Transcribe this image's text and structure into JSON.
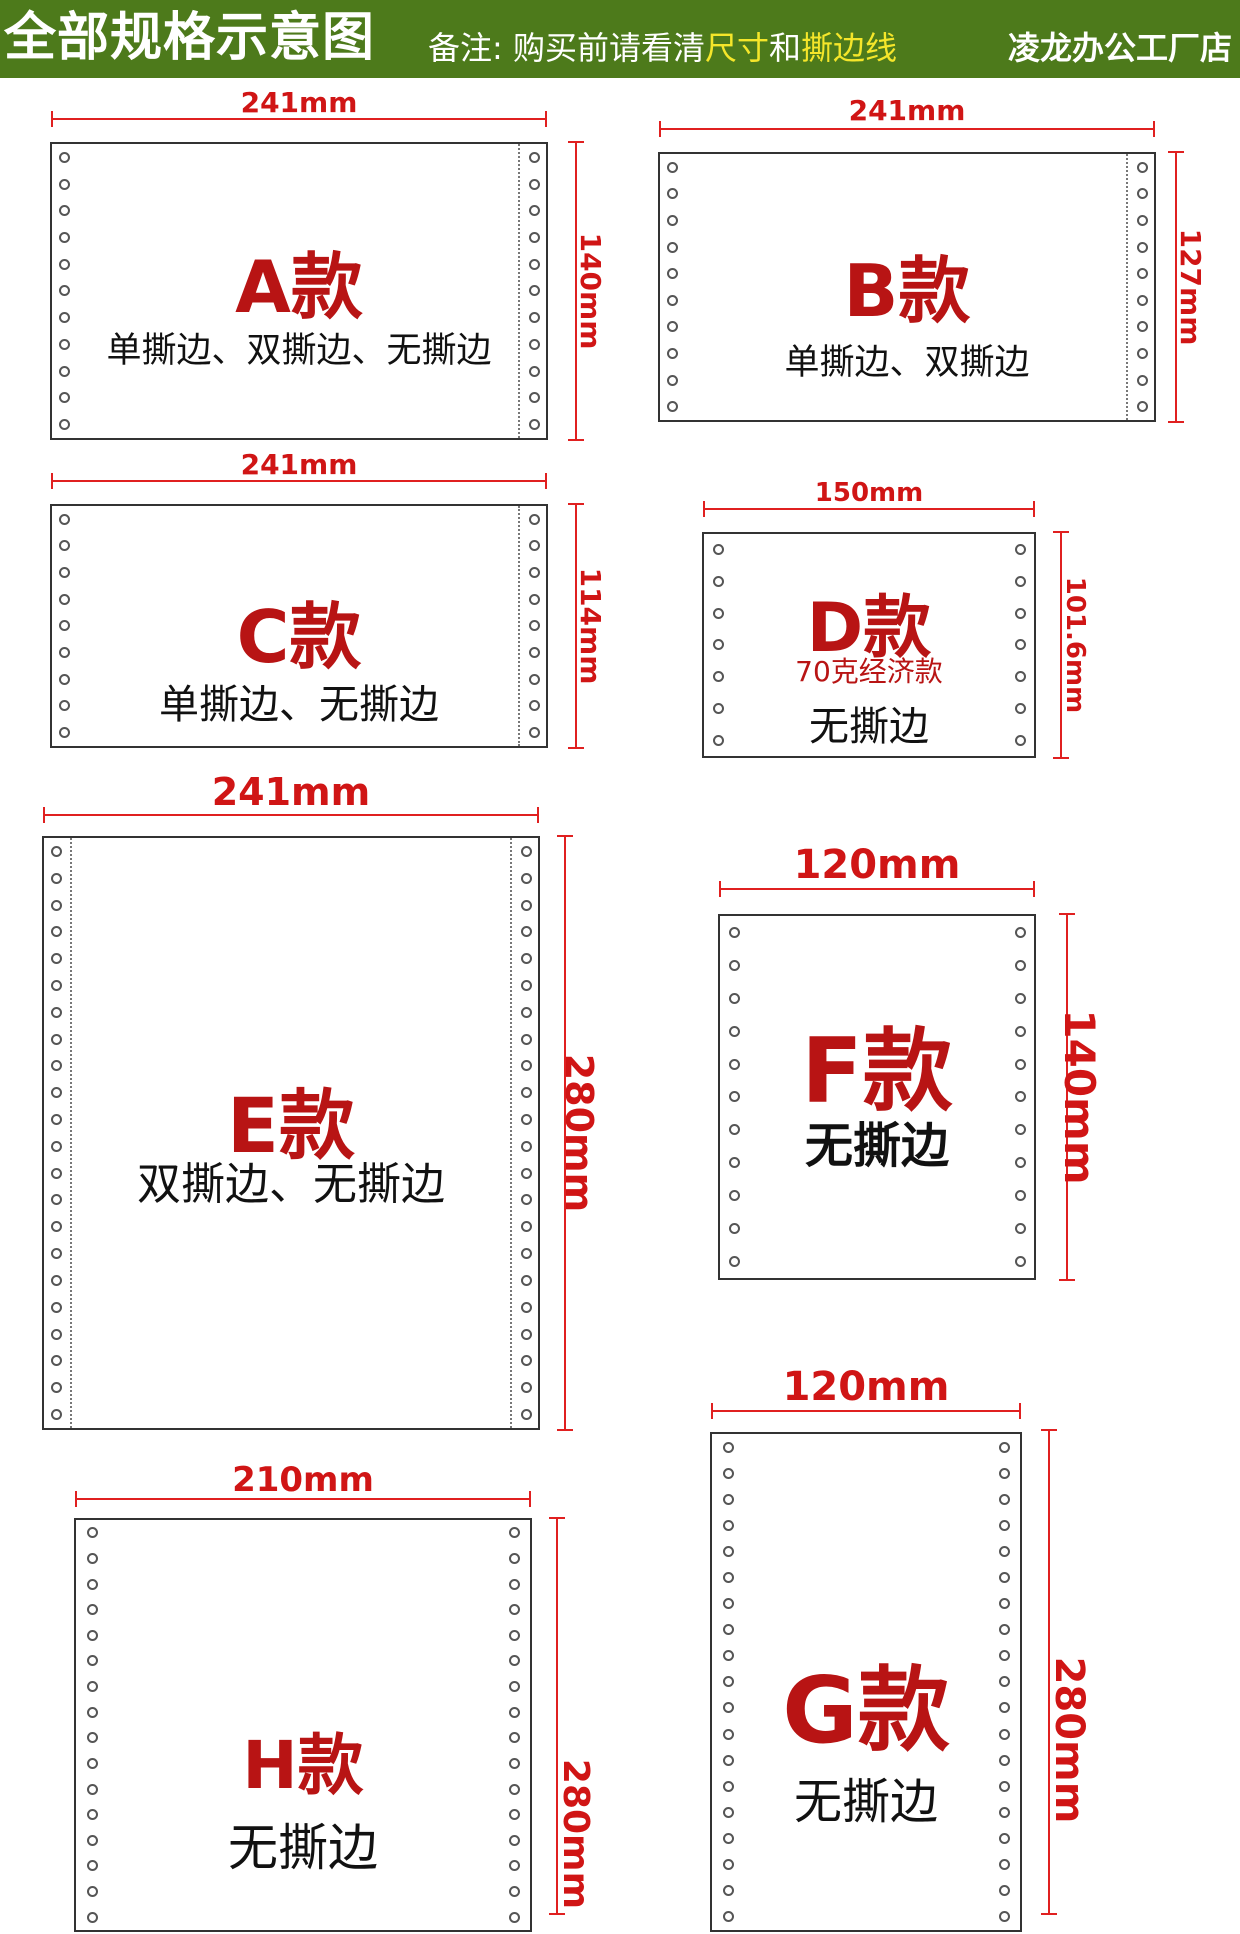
{
  "header": {
    "title": "全部规格示意图",
    "note_prefix": "备注: 购买前请看清",
    "note_size": "尺寸",
    "note_and": "和",
    "note_tear": "撕边线",
    "shop": "凌龙办公工厂店"
  },
  "colors": {
    "header_bg": "#4d7a1b",
    "highlight": "#f5e62a",
    "dimension_red": "#e02020",
    "model_red": "#b81414"
  },
  "cards": {
    "A": {
      "width_label": "241mm",
      "height_label": "140mm",
      "model": "A款",
      "types": "单撕边、双撕边、无撕边"
    },
    "B": {
      "width_label": "241mm",
      "height_label": "127mm",
      "model": "B款",
      "types": "单撕边、双撕边"
    },
    "C": {
      "width_label": "241mm",
      "height_label": "114mm",
      "model": "C款",
      "types": "单撕边、无撕边"
    },
    "D": {
      "width_label": "150mm",
      "height_label": "101.6mm",
      "model": "D款",
      "economy": "70克经济款",
      "types": "无撕边"
    },
    "E": {
      "width_label": "241mm",
      "height_label": "280mm",
      "model": "E款",
      "types": "双撕边、无撕边"
    },
    "F": {
      "width_label": "120mm",
      "height_label": "140mm",
      "model": "F款",
      "types": "无撕边"
    },
    "G": {
      "width_label": "120mm",
      "height_label": "280mm",
      "model": "G款",
      "types": "无撕边"
    },
    "H": {
      "width_label": "210mm",
      "height_label": "280mm",
      "model": "H款",
      "types": "无撕边"
    }
  }
}
